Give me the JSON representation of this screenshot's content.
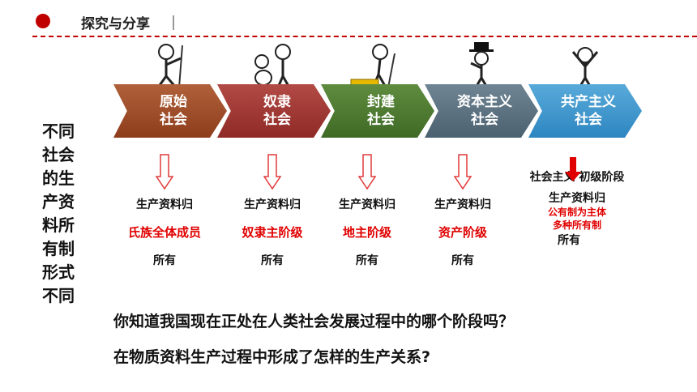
{
  "header": {
    "title": "探究与分享"
  },
  "stages": [
    {
      "label": "原始\n社会"
    },
    {
      "label": "奴隶\n社会"
    },
    {
      "label": "封建\n社会"
    },
    {
      "label": "资本主义\n社会"
    },
    {
      "label": "共产主义\n社会"
    }
  ],
  "side_text": "不同社会的生产资料所有制形式不同",
  "ownership": [
    {
      "pre": "生产资料归",
      "owner": "氏族全体成员",
      "post": "所有"
    },
    {
      "pre": "生产资料归",
      "owner": "奴隶主阶级",
      "post": "所有"
    },
    {
      "pre": "生产资料归",
      "owner": "地主阶级",
      "post": "所有"
    },
    {
      "pre": "生产资料归",
      "owner": "资产阶级",
      "post": "所有"
    }
  ],
  "socialism": {
    "stage_note": "社会主义 初级阶段",
    "pre": "生产资料归",
    "owner_line1": "公有制为主体",
    "owner_line2": "多种所有制",
    "post": "所有"
  },
  "questions": [
    "你知道我国现在正处在人类社会发展过程中的哪个阶段吗？",
    "在物质资料生产过程中形成了怎样的生产关系?"
  ],
  "colors": {
    "accent_red": "#c00000",
    "owner_red": "#e00000",
    "arrow_outline": "#e03a3a"
  },
  "icons": [
    "cartoon-figure-icon",
    "down-arrow-icon"
  ]
}
